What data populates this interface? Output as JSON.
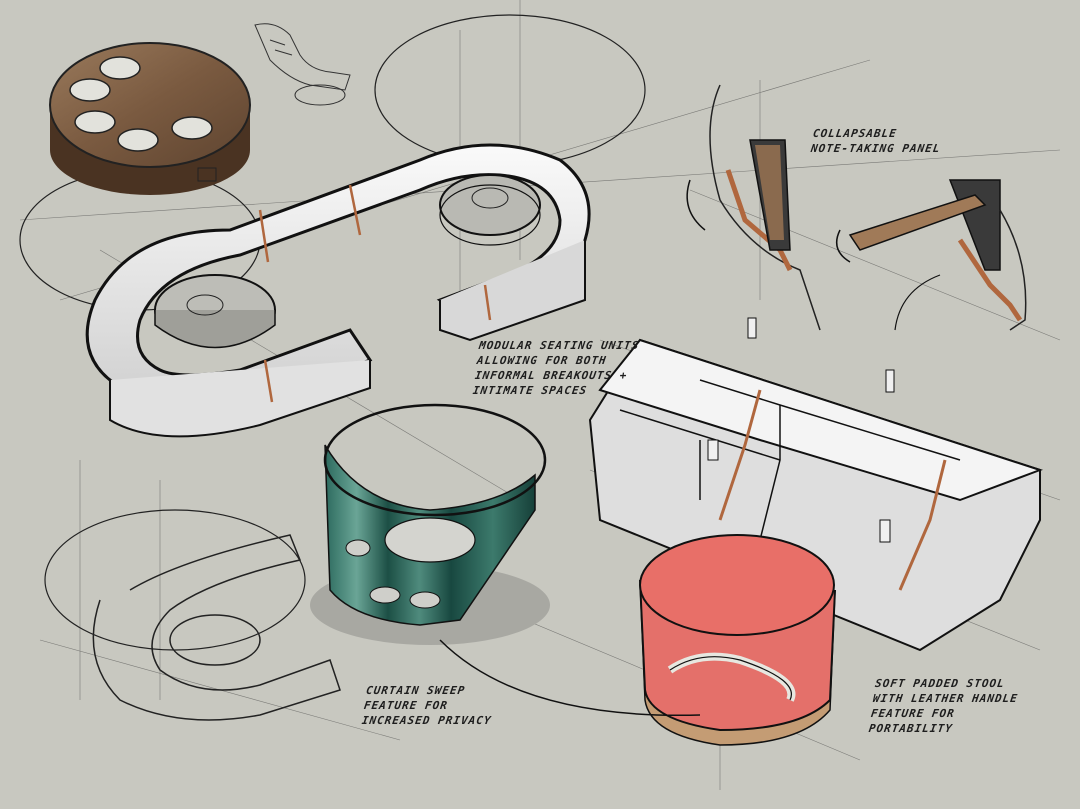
{
  "annotations": {
    "collapsable": [
      "COLLAPSABLE",
      "NOTE-TAKING PANEL"
    ],
    "modular": [
      "MODULAR SEATING UNITS",
      "ALLOWING FOR BOTH",
      "INFORMAL BREAKOUTS +",
      "INTIMATE SPACES"
    ],
    "curtain": [
      "CURTAIN SWEEP",
      "FEATURE FOR",
      "INCREASED PRIVACY"
    ],
    "stool": [
      "SOFT PADDED STOOL",
      "WITH LEATHER HANDLE",
      "FEATURE FOR",
      "PORTABILITY"
    ]
  },
  "colors": {
    "paper": "#c8c8c0",
    "ink": "#1a1a1a",
    "wood": "#8a6a4e",
    "leather": "#b0673e",
    "curtain": "#1f5a4f",
    "stool_pad": "#e4706a",
    "foam": "#ececec"
  }
}
